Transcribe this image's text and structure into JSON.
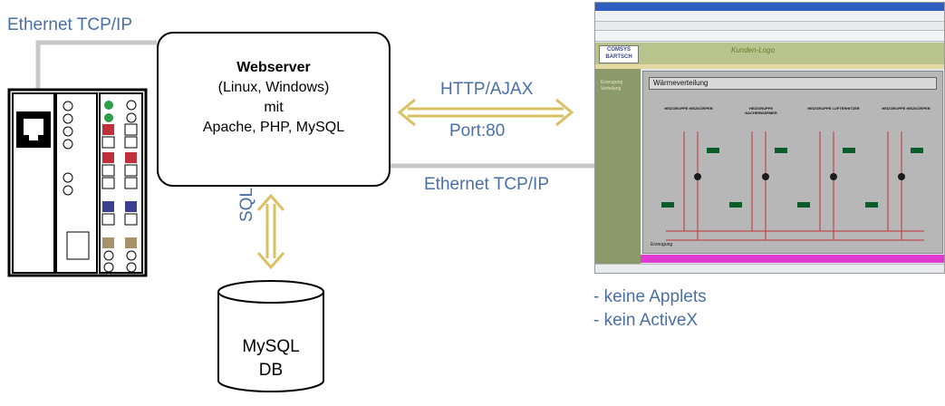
{
  "diagram": {
    "top_left_label": "Ethernet TCP/IP",
    "webserver": {
      "title": "Webserver",
      "line1": "(Linux, Windows)",
      "line2": "mit",
      "line3": "Apache, PHP, MySQL"
    },
    "http_label": "HTTP/AJAX",
    "port_label": "Port:80",
    "bottom_right_label": "Ethernet TCP/IP",
    "sql_label": "SQL",
    "database": {
      "line1": "MySQL",
      "line2": "DB"
    },
    "notes": [
      "- keine Applets",
      "- kein ActiveX"
    ]
  },
  "browser_window": {
    "brand1": "COMSYS",
    "brand2": "BARTSCH",
    "header": "Kunden-Logo",
    "panel_title": "Wärmeverteilung",
    "heating_groups": [
      "HEIZGRUPPE HEIZKÖRPER",
      "HEIZGRUPPE NACHERWÄRMER",
      "HEIZGRUPPE LUFTERHITZER",
      "HEIZGRUPPE HEIZKÖRPER"
    ],
    "bottom_label": "Erzeugung",
    "sidebar_items": [
      "Erzeugung",
      "Verteilung"
    ]
  },
  "colors": {
    "label_blue": "#4a6fa5",
    "arrow_gold": "#d9c063",
    "wire_gray": "#c8c8c8"
  }
}
